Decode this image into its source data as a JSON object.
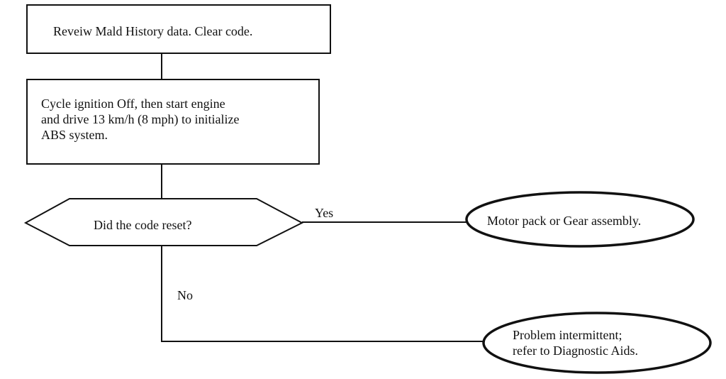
{
  "flowchart": {
    "step1": {
      "text": "Reveiw Mald History data. Clear code."
    },
    "step2": {
      "text": "Cycle ignition Off, then start engine\nand drive 13 km/h (8 mph) to initialize\nABS system."
    },
    "decision": {
      "text": "Did the code reset?"
    },
    "branch_yes": {
      "label": "Yes"
    },
    "branch_no": {
      "label": "No"
    },
    "result_yes": {
      "text": "Motor pack or Gear assembly."
    },
    "result_no": {
      "text": "Problem intermittent;\nrefer to Diagnostic Aids."
    },
    "colors": {
      "line": "#111111",
      "background": "#ffffff"
    }
  }
}
